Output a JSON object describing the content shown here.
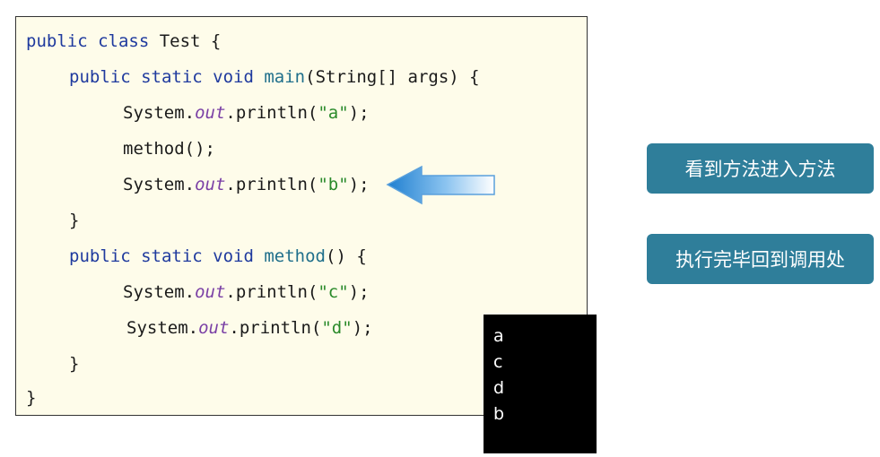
{
  "code": {
    "line1": {
      "kw": "public class",
      "rest": " Test {"
    },
    "line2": {
      "kw": "public static void",
      "fn": "main",
      "rest": "(String[] args) {"
    },
    "line3": {
      "pre": "System.",
      "field": "out",
      "mid": ".println(",
      "str": "\"a\"",
      "end": ");"
    },
    "line4": {
      "text": "method();"
    },
    "line5": {
      "pre": "System.",
      "field": "out",
      "mid": ".println(",
      "str": "\"b\"",
      "end": ");"
    },
    "line6": {
      "text": "}"
    },
    "line7": {
      "kw": "public static void",
      "fn": "method",
      "rest": "() {"
    },
    "line8": {
      "pre": "System.",
      "field": "out",
      "mid": ".println(",
      "str": "\"c\"",
      "end": ");"
    },
    "line9": {
      "pre": "System.",
      "field": "out",
      "mid": ".println(",
      "str": "\"d\"",
      "end": ");"
    },
    "line10": {
      "text": "}"
    },
    "line11": {
      "text": "}"
    }
  },
  "console": {
    "lines": [
      "a",
      "c",
      "d",
      "b"
    ]
  },
  "buttons": {
    "see_method": "看到方法进入方法",
    "return_caller": "执行完毕回到调用处"
  },
  "colors": {
    "code_bg": "#fefcea",
    "keyword": "#1f3a9e",
    "string": "#2a8a2a",
    "button_bg": "#2f7e9a",
    "arrow": "#1f7fd0"
  }
}
